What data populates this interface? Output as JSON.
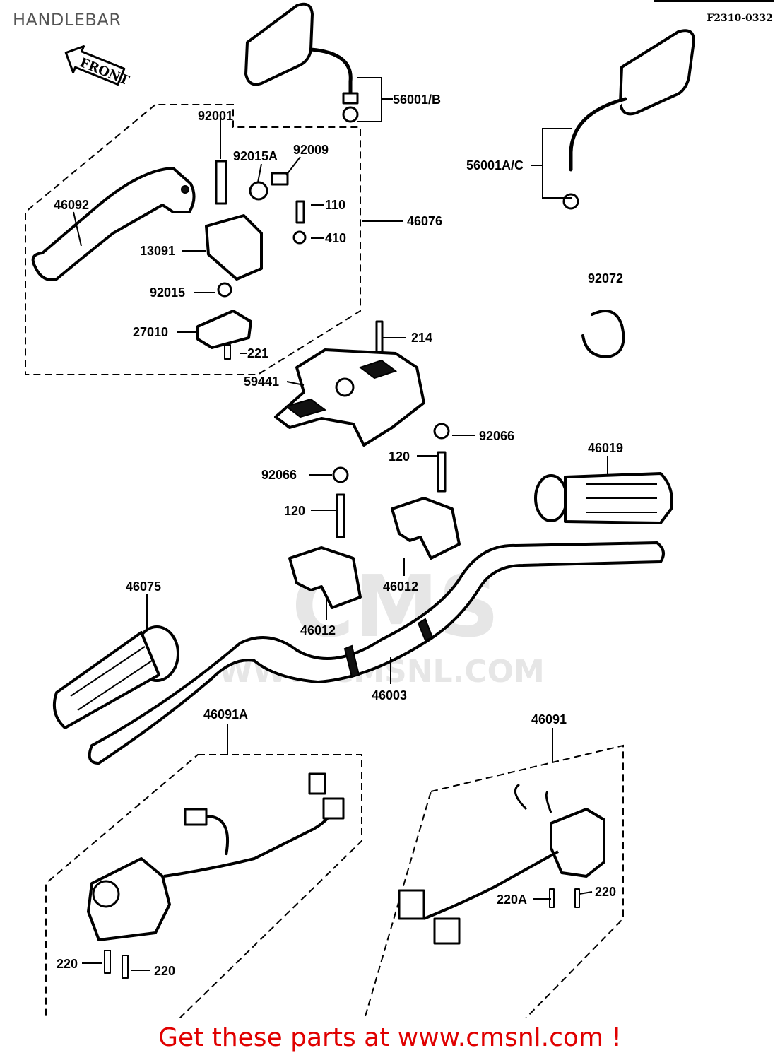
{
  "header": {
    "title": "HANDLEBAR",
    "diagram_code": "F2310-0332"
  },
  "front_arrow": {
    "label": "FRONT"
  },
  "watermark": {
    "text": "WWW.CMSNL.COM",
    "logo": "CMS"
  },
  "parts": [
    {
      "id": "56001/B"
    },
    {
      "id": "56001A/C"
    },
    {
      "id": "92001"
    },
    {
      "id": "92015A"
    },
    {
      "id": "92009"
    },
    {
      "id": "110"
    },
    {
      "id": "46076"
    },
    {
      "id": "46092"
    },
    {
      "id": "13091"
    },
    {
      "id": "410"
    },
    {
      "id": "92015"
    },
    {
      "id": "27010"
    },
    {
      "id": "221"
    },
    {
      "id": "92072"
    },
    {
      "id": "214"
    },
    {
      "id": "59441"
    },
    {
      "id": "92066"
    },
    {
      "id": "120"
    },
    {
      "id": "46019"
    },
    {
      "id": "92066"
    },
    {
      "id": "120"
    },
    {
      "id": "46012"
    },
    {
      "id": "46075"
    },
    {
      "id": "46012"
    },
    {
      "id": "46003"
    },
    {
      "id": "46091A"
    },
    {
      "id": "46091"
    },
    {
      "id": "220A"
    },
    {
      "id": "220"
    },
    {
      "id": "220"
    },
    {
      "id": "220"
    }
  ],
  "footer": {
    "text": "Get these parts at www.cmsnl.com !"
  }
}
